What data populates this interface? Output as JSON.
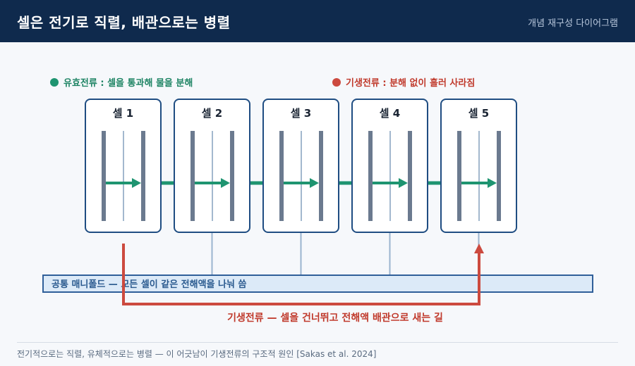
{
  "header": {
    "title": "셀은 전기로 직렬, 배관으로는 병렬",
    "subtitle": "개념 재구성 다이어그램"
  },
  "legend": {
    "useful": "유효전류 : 셀을 통과해 물을 분해",
    "parasitic": "기생전류 : 분해 없이 흘러 사라짐"
  },
  "cells": [
    {
      "label": "셀 1"
    },
    {
      "label": "셀 2"
    },
    {
      "label": "셀 3"
    },
    {
      "label": "셀 4"
    },
    {
      "label": "셀 5"
    }
  ],
  "manifold": {
    "label": "공통 매니폴드 — 모든 셀이 같은 전해액을 나눠 씀"
  },
  "parasitic_path": {
    "label": "기생전류 — 셀을 건너뛰고 전해액 배관으로 새는 길"
  },
  "footer": {
    "text": "전기적으로는 직렬, 유체적으로는 병렬 — 이 어긋남이 기생전류의 구조적 원인 [Sakas et al. 2024]"
  },
  "colors": {
    "useful": "#1e9470",
    "parasitic": "#cc4a3f",
    "header_bg": "#0f2a4d",
    "cell_border": "#1f4d82",
    "electrode": "#6b7a8f",
    "membrane": "#a3b8ce",
    "manifold_fill": "#dceaf8",
    "manifold_border": "#2f5f99",
    "pipe": "#9bb4cf"
  }
}
